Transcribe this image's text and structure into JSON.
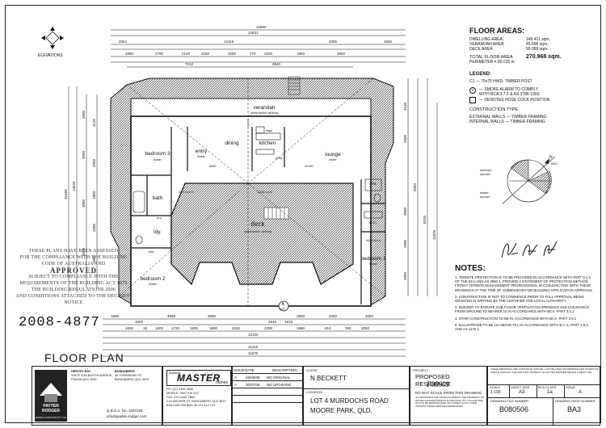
{
  "elevations_label": "ELEVATIONS",
  "dims": {
    "top": [
      "10560",
      "14631",
      "2054",
      "12116",
      "4395",
      "1845",
      "3380",
      "2790",
      "2140",
      "2150",
      "3280",
      "270",
      "3200",
      "1860",
      "7212",
      "3540",
      "2800"
    ],
    "bottom": [
      "1695",
      "1600",
      "4935",
      "3060",
      "1500",
      "1720",
      "1800",
      "1900",
      "2150",
      "12100",
      "11316",
      "2800",
      "2250",
      "3050",
      "1516",
      "1815",
      "2050",
      "11670",
      "1600",
      "18",
      "2200",
      "1880",
      "810",
      "390"
    ],
    "left": [
      "15480",
      "14020",
      "3800",
      "3000",
      "3000",
      "3000",
      "3140",
      "2000",
      "1800",
      "2000",
      "1000",
      "1780",
      "1150",
      "2800",
      "3050"
    ],
    "right": [
      "3140",
      "2500",
      "5050",
      "3000",
      "8150",
      "11070",
      "2000",
      "2000",
      "1000",
      "1500",
      "3470",
      "1810",
      "1900",
      "4000",
      "900",
      "1350"
    ],
    "mid": [
      "2132 s.p.b",
      "3170 w.h.b",
      "4020 w.h.b",
      "9460",
      "20190"
    ]
  },
  "rooms": {
    "verandah": "verandah",
    "verandah_sub": "select timber decking",
    "bedroom3": "bedroom 3",
    "bedroom2": "bedroom 2",
    "bedroom1": "bedroom 1",
    "entry": "entry",
    "dining": "dining",
    "kitchen": "kitchen",
    "lounge": "lounge",
    "bath": "bath",
    "ldy": "ldy.",
    "wc": "w.c",
    "ens": "ens.",
    "wir": "w.i.r.",
    "deck": "deck",
    "deck_sub": "select timber decking",
    "timber": "timber",
    "robe": "robe",
    "fridge": "fridge",
    "pantry": "pantry"
  },
  "floor_areas": {
    "title": "FLOOR AREAS:",
    "rows": [
      {
        "label": "DWELLING AREA",
        "value": "149.411 sqm."
      },
      {
        "label": "VERANDAH AREA",
        "value": "45.698 sqm."
      },
      {
        "label": "DECK AREA",
        "value": "55.059 sqm."
      }
    ],
    "total_label": "TOTAL FLOOR AREA",
    "total_value": "270.968 sqm.",
    "perimeter": "PERIMETER = 60.015 m"
  },
  "legend": {
    "title": "LEGEND:",
    "c1": "C1 — 75x75 HWD. TIMBER POST",
    "smoke1": "— SMOKE ALARM TO COMPLY",
    "smoke2": "WITH BCA 3.7.2 & AS 3786-1993.",
    "smoke3": "— DENOTES HOSE COCK POSITION",
    "construction_title": "CONSTRUCTION TYPE",
    "external": "EXTERNAL WALLS — TIMBER FRAMING",
    "internal": "INTERNAL WALLS — TIMBER FRAMING"
  },
  "notes": {
    "title": "NOTES:",
    "n1": "1. TERMITE PROTECTION IS TO BE PROVIDED IN ACCORDANCE WITH PART 3.1.3 OF THE BCA AND AS 3660.1. PROVIDE A STATEMENT OF PROTECTION METHOD FROM A TERMITE MANAGEMENT PROFESSIONAL IN CONJUNCTION WITH THESE DRAWINGS AT THE TIME OF SUBMISSION FOR BUILDING APPLICATION APPROVAL.",
    "n2": "2. CONSTRUCTION IS NOT TO COMMENCE PRIOR TO FULL APPROVAL BEING GRANTED IN WRITING BY THE CERTIFIER AND LOCAL AUTHORITY",
    "n3": "3. BUILDER TO ENSURE SUB-FLOOR VENTILATION OPENINGS AND CLEARANCE FROM GROUND TO BEARER IS IN ACCORDANCE WITH BCA. PART 3.4.1",
    "n4": "4. STAIR CONSTRUCTION TO BE IN ACCORDANCE WITH BCA. PART 3.9.1",
    "n5": "5. BALUSTRADE TO BE 1m ABOVE FFL IN ACCORDANCE WITH B.C.A. PART 3.9.2. AND AS 1170.1"
  },
  "compass": {
    "summer": "summer",
    "sunrise": "sunrise",
    "winter": "winter",
    "sunset": "sunset",
    "north": "N",
    "mag": "MAG"
  },
  "section_marker": {
    "letter": "A",
    "sheet": "BA7"
  },
  "stamp": {
    "l1": "THESE PLANS HAVE BEEN ASSESSED",
    "l2": "FOR THE COMPLIANCE WITH THE BUILDING",
    "l3": "CODE OF AUSTRALIA AND",
    "approved": "APPROVED",
    "l4": "SUBJECT TO COMPLIANCE WITH THE",
    "l5": "REQUIREMENTS OF THE BUILDING ACT 1975",
    "l6": "THE BUILDING REGULATIONS 2006",
    "l7": "AND CONDITIONS ATTACHED TO THE DECISION",
    "l8": "NOTICE"
  },
  "job_number": "2008-4877",
  "plan_title": "FLOOR PLAN",
  "firm": {
    "name": "PAYTEN RODGER",
    "sub": "DESIGN & DRAFTING PTY LTD",
    "col1": [
      "HERVEY BAY",
      "SUITE 5,46 BOOTH AVENUE",
      "PIALBA QLD 4655"
    ],
    "col2": [
      "BUNDABERG",
      "35 TOWNSEND ST",
      "BUNDABERG QLD 4670"
    ],
    "email": "info@payten-rodger.com",
    "qbsa": "Q.B.S.A. No. 1037228"
  },
  "builder": {
    "name_prefix": "Building",
    "name": "MASTER",
    "sub": "homes",
    "ph": "PH: (07) 4152 4440",
    "mobile": "MOBILE: 0407 010 512",
    "fax": "FAX: (07) 4152 7860",
    "address": "21A WALKER ST, BUNDABERG QLD 4670",
    "bsa": "BSA 1183 203  ABN 36 123 412 724"
  },
  "issues": {
    "headers": [
      "ISSUE",
      "DATE",
      "DESCRIPTION"
    ],
    "rows": [
      {
        "issue": "A",
        "date": "25/06/08",
        "by": "WC",
        "desc": "ORIGINAL"
      },
      {
        "issue": "A",
        "date": "30/07/08",
        "by": "WC",
        "desc": "UPGRADE"
      }
    ]
  },
  "client": {
    "label": "CLIENT",
    "value": "N BECKETT"
  },
  "location": {
    "label": "LOCATION",
    "line1": "LOT 4 MURDOCHS ROAD",
    "line2": "MOORE PARK, QLD."
  },
  "project": {
    "label": "PROJECT",
    "value": "PROPOSED RESIDENCE",
    "handwritten": "F08609"
  },
  "scale_note": "DO NOT SCALE FROM THIS DRAWING",
  "copyright": "ALL DRAWINGS AND DESIGNS REMAIN THE PROPERTY OF PAYTEN RODGER DESIGN & DRAFTING PTY LTD AND ARE NOT TO BE REPRODUCED OR COPIED IN ANY FORM WITHOUT PRIOR WRITTEN PERMISSION.",
  "ownership": "THESE DRAWINGS ARE COPYRIGHT AND WILL NOT BE USED OR REPRODUCED IN PART OR WHOLE WITHOUT THE WRITTEN CONSENT OF PAYTEN RODGER DESIGN & DRAFTING.",
  "title_block": {
    "scale_label": "SCALE",
    "scale": "1:100",
    "sheet_size_label": "SHEET SIZE",
    "sheet_size": "A3",
    "bca_class_label": "BCA CLASS",
    "bca_class": "1a",
    "issue_label": "ISSUE",
    "issue": "A",
    "drawing_no_label": "DRAWING FILE NUMBER",
    "drawing_no": "B080506",
    "page_label": "DRAWING PAGE NUMBER",
    "page": "BA3"
  }
}
